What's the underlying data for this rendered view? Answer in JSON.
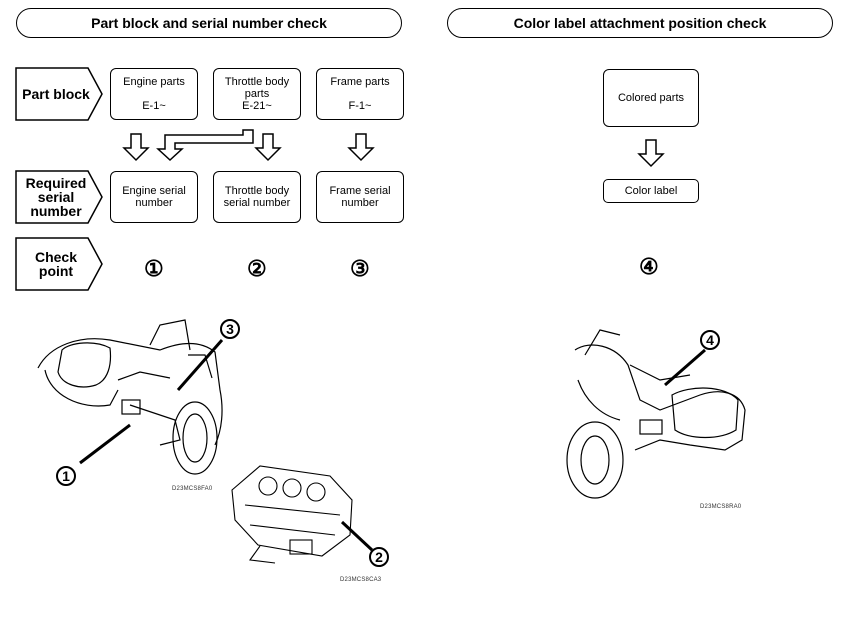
{
  "headers": {
    "left": "Part block and serial number check",
    "right": "Color label attachment position check"
  },
  "row_labels": {
    "part_block": "Part block",
    "required_serial_number": [
      "Required",
      "serial",
      "number"
    ],
    "check_point": [
      "Check",
      "point"
    ]
  },
  "part_blocks": [
    {
      "lines": [
        "Engine parts",
        "",
        "E-1~"
      ]
    },
    {
      "lines": [
        "Throttle body",
        "parts",
        "E-21~"
      ]
    },
    {
      "lines": [
        "Frame parts",
        "",
        "F-1~"
      ]
    }
  ],
  "serial_numbers": [
    {
      "lines": [
        "Engine serial",
        "number"
      ]
    },
    {
      "lines": [
        "Throttle body",
        "serial number"
      ]
    },
    {
      "lines": [
        "Frame serial",
        "number"
      ]
    }
  ],
  "check_points": [
    "①",
    "②",
    "③"
  ],
  "color_check": {
    "colored_parts": "Colored parts",
    "color_label": "Color label",
    "check_point": "④"
  },
  "callouts": {
    "moto_left_1": "1",
    "moto_left_3": "3",
    "throttle_2": "2",
    "moto_right_4": "4"
  },
  "image_codes": {
    "moto_left": "D23MCS8FA0",
    "throttle": "D23MCS8CA3",
    "moto_right": "D23MCS8RA0"
  }
}
